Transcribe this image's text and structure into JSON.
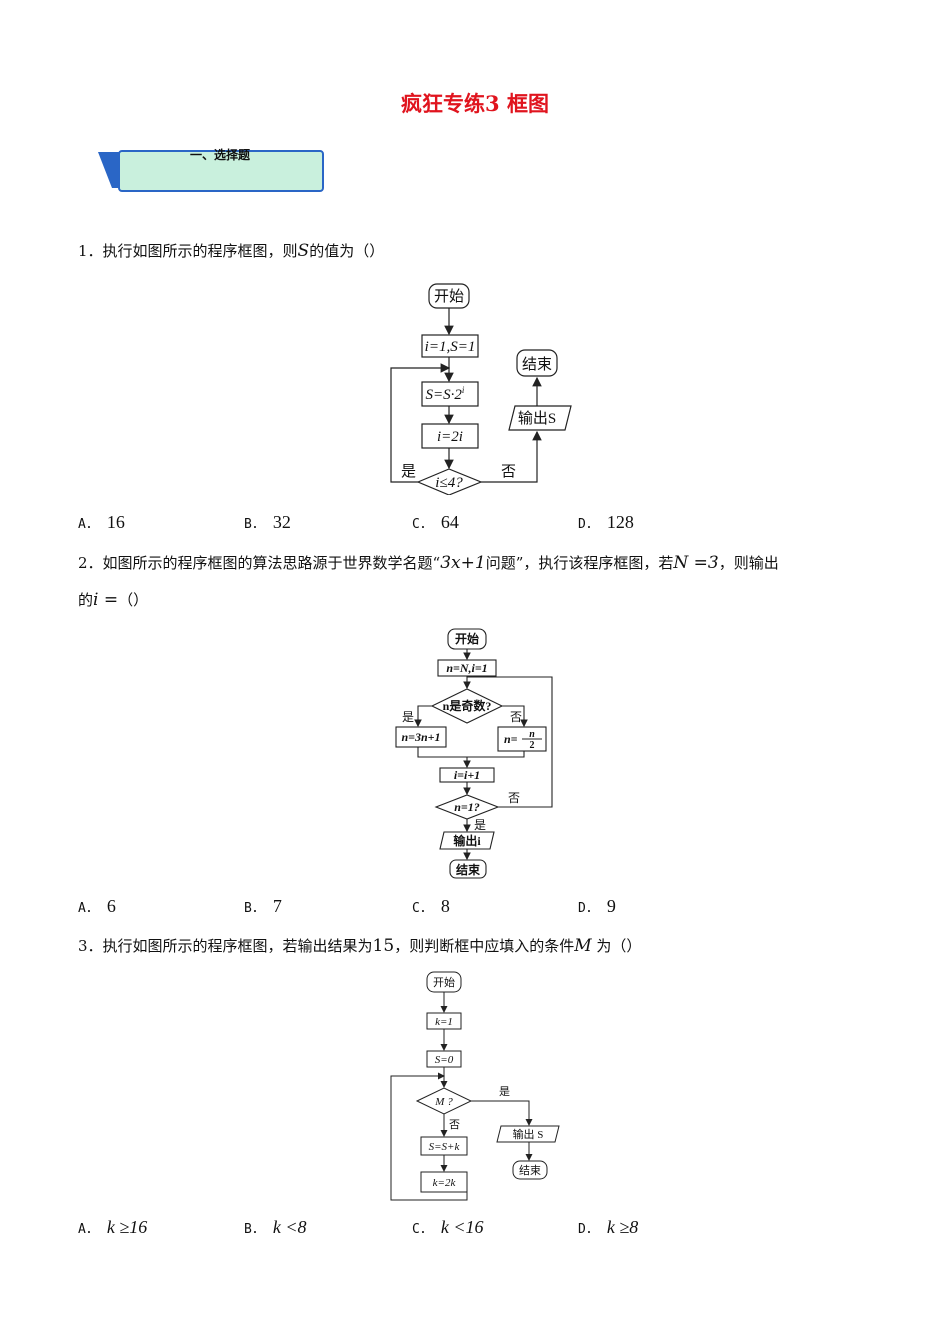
{
  "title": "疯狂专练3 框图",
  "section": "一、选择题",
  "q1": {
    "text_pre": "1．执行如图所示的程序框图，则",
    "var": "S",
    "text_post": "的值为（）",
    "flow": {
      "start": "开始",
      "init": "i=1,S=1",
      "step1": "S=S·2",
      "step1_sup": "i",
      "step2": "i=2i",
      "cond": "i≤4?",
      "yes": "是",
      "no": "否",
      "output": "输出S",
      "end": "结束"
    },
    "options": [
      "A．",
      "16",
      "B．",
      "32",
      "C．",
      "64",
      "D．",
      "128"
    ]
  },
  "q2": {
    "text_pre": "2．如图所示的程序框图的算法思路源于世界数学名题“",
    "expr": "3x+1",
    "text_mid": "问题”，执行该程序框图，若",
    "cond": "N =3",
    "text_post": "，则输出",
    "line2_pre": "的",
    "line2_var": "i =",
    "line2_post": "（）",
    "flow": {
      "start": "开始",
      "init": "n=N,i=1",
      "cond1": "n是奇数?",
      "yes": "是",
      "no": "否",
      "left": "n=3n+1",
      "right_num": "n",
      "right_den": "2",
      "right_pre": "n=",
      "inc": "i=i+1",
      "cond2": "n=1?",
      "yes2": "是",
      "no2": "否",
      "output": "输出i",
      "end": "结束"
    },
    "options": [
      "A．",
      "6",
      "B．",
      "7",
      "C．",
      "8",
      "D．",
      "9"
    ]
  },
  "q3": {
    "text_pre": "3．执行如图所示的程序框图，若输出结果为",
    "num": "15",
    "text_mid": "，则判断框中应填入的条件",
    "var": "M",
    "text_post": "为（）",
    "flow": {
      "start": "开始",
      "init_k": "k=1",
      "init_s": "S=0",
      "cond": "M ?",
      "yes": "是",
      "no": "否",
      "step1": "S=S+k",
      "step2": "k=2k",
      "output": "输出 S",
      "end": "结束"
    },
    "options": [
      "A．",
      "k ≥16",
      "B．",
      "k <8",
      "C．",
      "k <16",
      "D．",
      "k ≥8"
    ]
  }
}
